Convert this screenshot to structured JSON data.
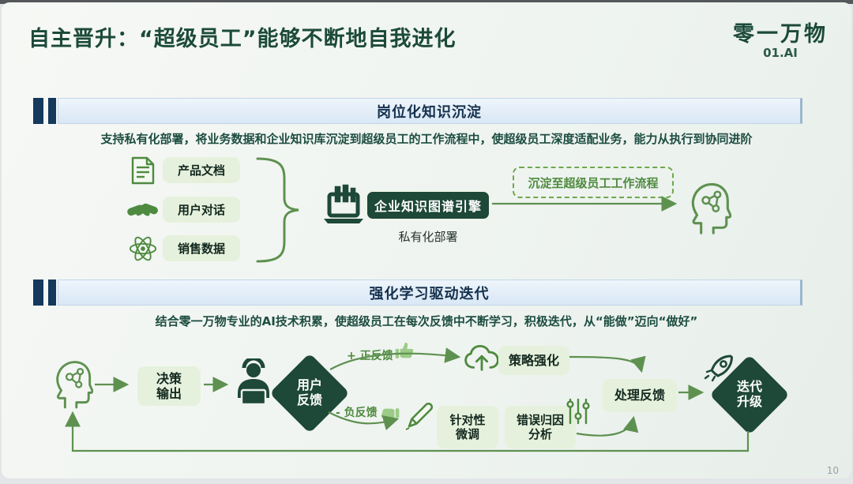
{
  "slide": {
    "title": "自主晋升：“超级员工”能够不断地自我进化",
    "page_number": "10"
  },
  "logo": {
    "brand": "零一万物",
    "sub_brand": "01.AI"
  },
  "section1": {
    "header": "岗位化知识沉淀",
    "description": "支持私有化部署，将业务数据和企业知识库沉淀到超级员工的工作流程中，使超级员工深度适配业务，能力从执行到协同进阶",
    "sources": [
      {
        "icon": "document-icon",
        "label": "产品文档"
      },
      {
        "icon": "handshake-icon",
        "label": "用户对话"
      },
      {
        "icon": "atom-icon",
        "label": "销售数据"
      }
    ],
    "engine_label": "企业知识图谱引擎",
    "deployment_label": "私有化部署",
    "sink_label": "沉淀至超级员工工作流程"
  },
  "section2": {
    "header": "强化学习驱动迭代",
    "description": "结合零一万物专业的AI技术积累，使超级员工在每次反馈中不断学习，积极迭代，从“能做”迈向“做好”",
    "nodes": {
      "decision_output": [
        "决策",
        "输出"
      ],
      "user_feedback": [
        "用户",
        "反馈"
      ],
      "positive_feedback": "+ 正反馈",
      "negative_feedback": "- 负反馈",
      "strategy_reinforce": "策略强化",
      "targeted_finetune": [
        "针对性",
        "微调"
      ],
      "error_attribution": [
        "错误归因",
        "分析"
      ],
      "process_feedback": "处理反馈",
      "iterate_upgrade": [
        "迭代",
        "升级"
      ]
    }
  },
  "colors": {
    "dark_green": "#1C4A3A",
    "mid_green": "#5E9150",
    "light_green_fill": "#E5F1DC",
    "navy_bar": "#14395C",
    "header_text": "#14304D"
  }
}
